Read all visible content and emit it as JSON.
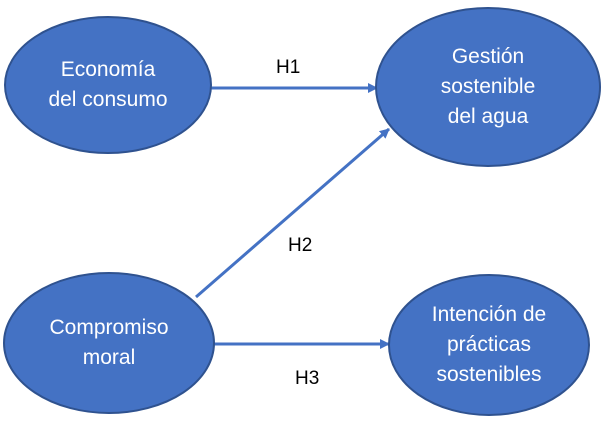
{
  "colors": {
    "node_fill": "#4472C4",
    "node_stroke": "#2F528F",
    "arrow": "#4472C4",
    "node_text": "#FFFFFF",
    "edge_text": "#000000"
  },
  "nodes": {
    "economia": {
      "label": "Economía\ndel consumo"
    },
    "gestion": {
      "label": "Gestión\nsostenible\ndel agua"
    },
    "compromiso": {
      "label": "Compromiso\nmoral"
    },
    "intencion": {
      "label": "Intención de\nprácticas\nsostenibles"
    }
  },
  "edges": {
    "h1": {
      "label": "H1",
      "from": "economia",
      "to": "gestion"
    },
    "h2": {
      "label": "H2",
      "from": "compromiso",
      "to": "gestion"
    },
    "h3": {
      "label": "H3",
      "from": "compromiso",
      "to": "intencion"
    }
  }
}
